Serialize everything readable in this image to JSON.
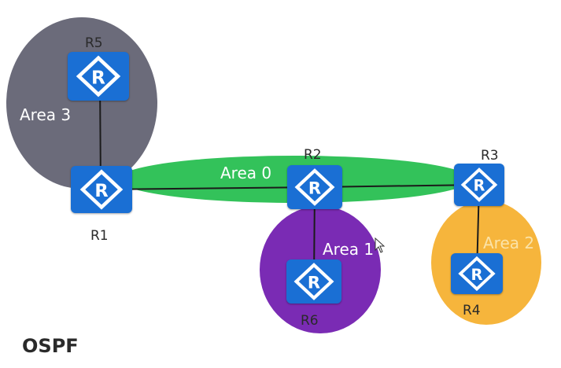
{
  "title": "OSPF",
  "areas": [
    {
      "id": "area0",
      "label": "Area 0",
      "color": "#33c25a"
    },
    {
      "id": "area1",
      "label": "Area 1",
      "color": "#7a2bb4"
    },
    {
      "id": "area2",
      "label": "Area 2",
      "color": "#f6b53c"
    },
    {
      "id": "area3",
      "label": "Area 3",
      "color": "#6b6b7a"
    }
  ],
  "routers": [
    {
      "id": "R1",
      "label": "R1"
    },
    {
      "id": "R2",
      "label": "R2"
    },
    {
      "id": "R3",
      "label": "R3"
    },
    {
      "id": "R4",
      "label": "R4"
    },
    {
      "id": "R5",
      "label": "R5"
    },
    {
      "id": "R6",
      "label": "R6"
    }
  ],
  "links": [
    {
      "from": "R5",
      "to": "R1"
    },
    {
      "from": "R1",
      "to": "R2"
    },
    {
      "from": "R2",
      "to": "R3"
    },
    {
      "from": "R2",
      "to": "R6"
    },
    {
      "from": "R3",
      "to": "R4"
    }
  ],
  "router_icon": "router-icon",
  "router_color": "#1a6fd4"
}
